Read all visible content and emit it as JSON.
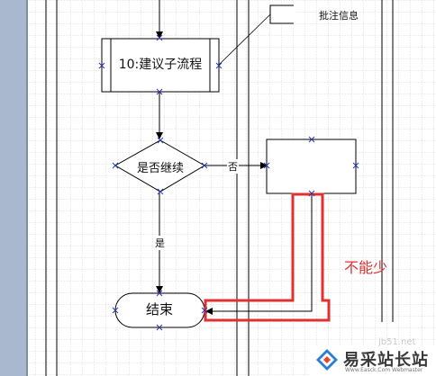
{
  "annotation": {
    "label": "批注信息"
  },
  "process": {
    "label": "10:建议子流程"
  },
  "decision": {
    "label": "是否继续"
  },
  "branches": {
    "no": "否",
    "yes": "是"
  },
  "terminator": {
    "label": "结束"
  },
  "callout": {
    "text": "不能少",
    "color": "#e03030"
  },
  "watermark": {
    "title": "易采站长站",
    "url": "jb51.net",
    "subtitle": "Www.Easck.Com Webmaster"
  },
  "colors": {
    "grid": "#c8c8c8",
    "gridDark": "#b0b0b0",
    "ruler": "#9fb0c8",
    "connection": "#2b3aa8",
    "highlight": "#e03030"
  }
}
